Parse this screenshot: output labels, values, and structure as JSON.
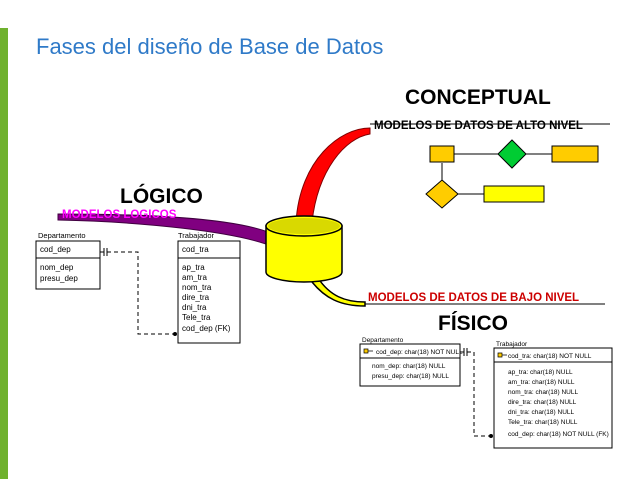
{
  "title": "Fases del diseño de Base de Datos",
  "conceptual": {
    "heading": "CONCEPTUAL",
    "subheading": "MODELOS DE DATOS DE ALTO NIVEL"
  },
  "logico": {
    "heading": "LÓGICO",
    "subheading": "MODELOS LOGICOS",
    "departamento": {
      "name": "Departamento",
      "key": "cod_dep",
      "fields": [
        "nom_dep",
        "presu_dep"
      ]
    },
    "trabajador": {
      "name": "Trabajador",
      "key": "cod_tra",
      "fields": [
        "ap_tra",
        "am_tra",
        "nom_tra",
        "dire_tra",
        "dni_tra",
        "Tele_tra",
        "cod_dep (FK)"
      ]
    }
  },
  "fisico": {
    "heading": "FÍSICO",
    "subheading": "MODELOS DE DATOS DE BAJO NIVEL",
    "departamento": {
      "name": "Departamento",
      "key": "cod_dep: char(18) NOT NULL",
      "fields": [
        "nom_dep: char(18) NULL",
        "presu_dep: char(18) NULL"
      ]
    },
    "trabajador": {
      "name": "Trabajador",
      "key": "cod_tra: char(18) NOT NULL",
      "fields": [
        "ap_tra: char(18) NULL",
        "am_tra: char(18) NULL",
        "nom_tra: char(18) NULL",
        "dire_tra: char(18) NULL",
        "dni_tra: char(18) NULL",
        "Tele_tra: char(18) NULL",
        "cod_dep: char(18) NOT NULL (FK)"
      ]
    }
  },
  "colors": {
    "title": "#2f7ac8",
    "accent_bar": "#6fb12e",
    "conceptual_line": "#ff0000",
    "logico_line": "#800080",
    "fisico_line": "#ffff00",
    "logico_sub": "#ff00ff",
    "fisico_sub": "#cc0000",
    "entity_fill": "#ffcc00",
    "relation_fill": "#00cc33",
    "cylinder_fill": "#ffff00"
  }
}
